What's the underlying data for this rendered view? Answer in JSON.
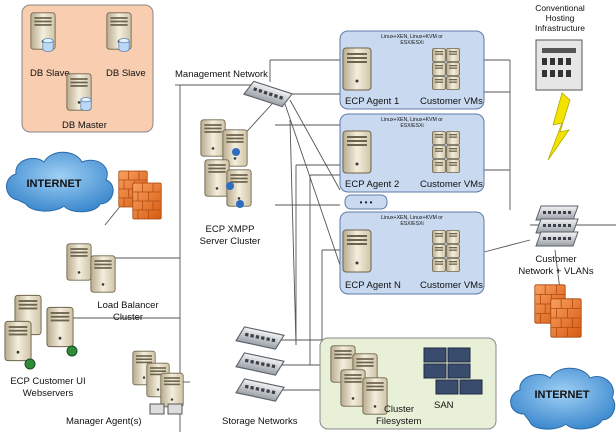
{
  "db_group": {
    "db_slave_1": "DB Slave",
    "db_slave_2": "DB Slave",
    "db_master": "DB Master"
  },
  "management_network": "Management Network",
  "conventional_hosting": [
    "Conventional",
    "Hosting",
    "Infrastructure"
  ],
  "hypervisor_line": [
    "Linux+XEN, Linux+KVM or",
    "ESX/ESXi"
  ],
  "agent_boxes": [
    {
      "agent": "ECP Agent 1",
      "vms": "Customer VMs"
    },
    {
      "agent": "ECP Agent 2",
      "vms": "Customer VMs"
    },
    {
      "agent": "ECP Agent N",
      "vms": "Customer VMs"
    }
  ],
  "ellipsis": "• • •",
  "internet_top": "INTERNET",
  "internet_bottom": "INTERNET",
  "xmpp_cluster": [
    "ECP XMPP",
    "Server Cluster"
  ],
  "load_balancer": [
    "Load Balancer",
    "Cluster"
  ],
  "customer_network": [
    "Customer",
    "Network + VLANs"
  ],
  "webservers": [
    "ECP Customer UI",
    "Webservers"
  ],
  "manager_agents": "Manager Agent(s)",
  "storage_networks": "Storage Networks",
  "cluster_fs": [
    "Cluster",
    "Filesystem"
  ],
  "san": "SAN",
  "colors": {
    "db_group_fill": "#f8cdb0",
    "agent_box_fill": "#c9d9f0",
    "storage_group_fill": "#e8f0d8",
    "cloud": "#3c8fd6",
    "firewall": "#f07a2a",
    "lightning": "#f2e400"
  }
}
